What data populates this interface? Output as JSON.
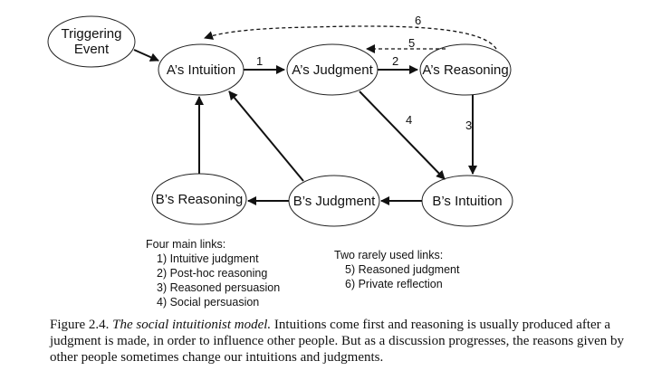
{
  "nodes": {
    "trigger": [
      "Triggering",
      "Event"
    ],
    "a_intuition": "A’s Intuition",
    "a_judgment": "A’s Judgment",
    "a_reasoning": "A’s Reasoning",
    "b_intuition": "B’s Intuition",
    "b_judgment": "B’s Judgment",
    "b_reasoning": "B’s Reasoning"
  },
  "edges": {
    "l1": "1",
    "l2": "2",
    "l3": "3",
    "l4": "4",
    "l5": "5",
    "l6": "6"
  },
  "legend_main": {
    "title": "Four main links:",
    "items": [
      "1) Intuitive judgment",
      "2) Post-hoc reasoning",
      "3) Reasoned persuasion",
      "4) Social persuasion"
    ]
  },
  "legend_rare": {
    "title": "Two rarely used links:",
    "items": [
      "5) Reasoned judgment",
      "6) Private reflection"
    ]
  },
  "caption": {
    "prefix": "Figure 2.4. ",
    "title": "The social intuitionist model.",
    "body": " Intuitions come first and reasoning is usually produced after a judgment is made, in order to influence other people. But as a discussion progresses, the reasons given by other people sometimes change our intuitions and judgments."
  }
}
